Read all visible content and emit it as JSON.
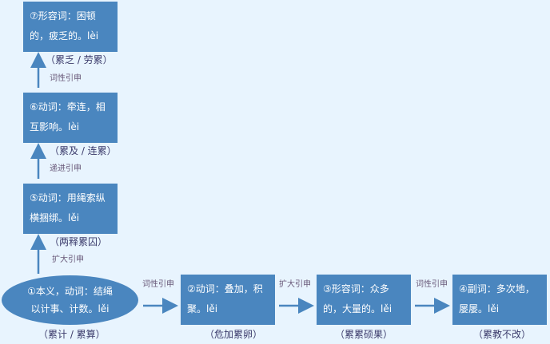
{
  "nodes": [
    {
      "id": 1,
      "line1": "①本义，动词：结绳",
      "line2": "以计事、计数。lěi",
      "example": "（累计 / 累算）"
    },
    {
      "id": 2,
      "line1": "②动词：叠加，积",
      "line2": "聚。lěi",
      "example": "（危加累卵）"
    },
    {
      "id": 3,
      "line1": "③形容词：众多",
      "line2": "的，大量的。lěi",
      "example": "（累累硕果）"
    },
    {
      "id": 4,
      "line1": "④副词：多次地，",
      "line2": "屡屡。lěi",
      "example": "（累教不改）"
    },
    {
      "id": 5,
      "line1": "⑤动词：用绳索纵",
      "line2": "横捆绑。lěi",
      "example": "（两释累囚）"
    },
    {
      "id": 6,
      "line1": "⑥动词：牵连，相",
      "line2": "互影响。lèi",
      "example": "（累及 / 连累）"
    },
    {
      "id": 7,
      "line1": "⑦形容词：困顿",
      "line2": "的，疲乏的。lèi",
      "example": "（累乏 / 劳累）"
    }
  ],
  "relations": {
    "r12": "词性引申",
    "r23": "扩大引申",
    "r34": "词性引申",
    "r15": "扩大引申",
    "r56": "递进引申",
    "r67": "词性引申"
  },
  "colors": {
    "node": "#4a86bf",
    "arrow": "#4a86bf",
    "background": "#e8f4fe"
  }
}
